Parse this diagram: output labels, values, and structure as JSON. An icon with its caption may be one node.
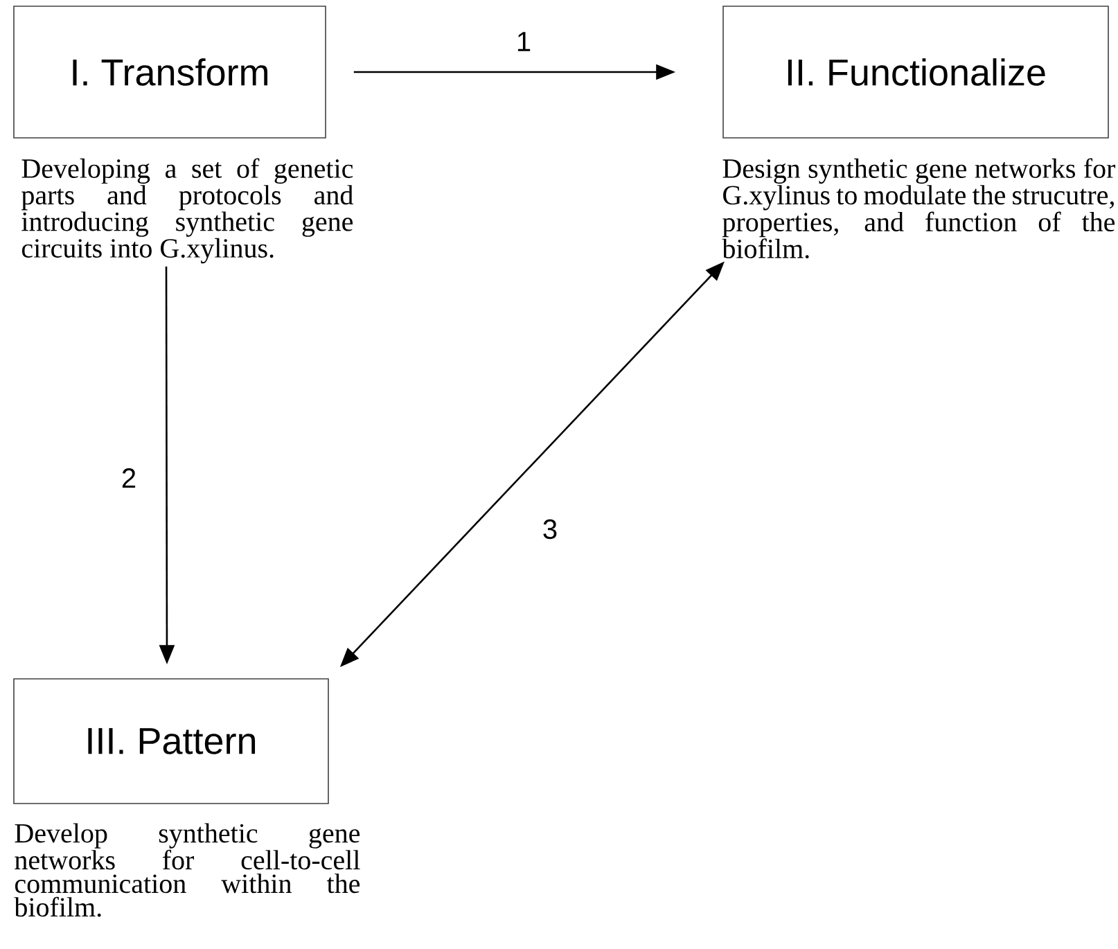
{
  "diagram": {
    "nodes": [
      {
        "text": [
          "I. Transform"
        ],
        "beside": [
          "Developing a set of genetic parts and protocols and introducing synthetic gene circuits into G.xylinus."
        ]
      },
      {
        "text": [
          "II. Functionalize"
        ],
        "beside": [
          "Design synthetic gene networks for G.xylinus to modulate the strucutre, properties, and function of the biofilm."
        ]
      },
      {
        "text": [
          "III. Pattern"
        ],
        "beside": [
          "Develop synthetic gene networks for cell-to-cell communication within the biofilm."
        ]
      }
    ],
    "edges": [
      {
        "from": 0,
        "to": 1,
        "arrow": "to",
        "label": "1"
      },
      {
        "from": 0,
        "to": 2,
        "arrow": "to",
        "label": "2"
      },
      {
        "from": 1,
        "to": 2,
        "arrow": "both",
        "label": "3"
      }
    ]
  }
}
